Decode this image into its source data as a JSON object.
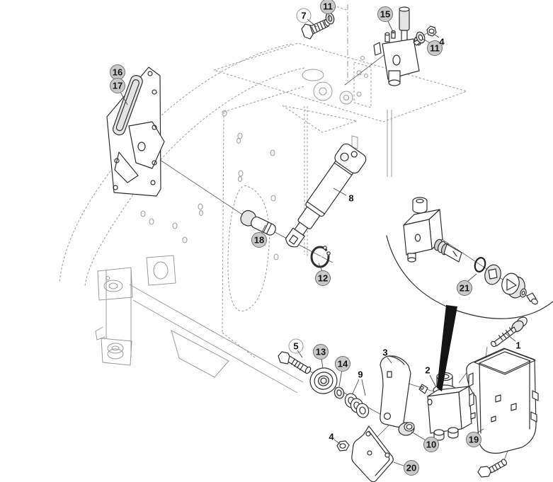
{
  "diagram": {
    "kind": "exploded-parts-diagram",
    "background": "#ffffff",
    "colors": {
      "part_line": "#2f2f2f",
      "frame_line": "#9b9b9b",
      "leader_line": "#4a4a4a",
      "balloon_fill": "#c9c9c9",
      "balloon_stroke": "#6f6f6f",
      "arrow_fill": "#141414"
    },
    "callouts": [
      {
        "id": "c7",
        "label": "7",
        "style": "outline"
      },
      {
        "id": "c11t",
        "label": "11",
        "style": "filled"
      },
      {
        "id": "c15",
        "label": "15",
        "style": "filled"
      },
      {
        "id": "c11r",
        "label": "11",
        "style": "filled"
      },
      {
        "id": "c4a",
        "label": "4",
        "style": "plain"
      },
      {
        "id": "c16",
        "label": "16",
        "style": "filled"
      },
      {
        "id": "c17",
        "label": "17",
        "style": "filled"
      },
      {
        "id": "c8",
        "label": "8",
        "style": "plain"
      },
      {
        "id": "c18",
        "label": "18",
        "style": "filled"
      },
      {
        "id": "c12",
        "label": "12",
        "style": "filled"
      },
      {
        "id": "c21",
        "label": "21",
        "style": "filled"
      },
      {
        "id": "c5",
        "label": "5",
        "style": "outline"
      },
      {
        "id": "c13",
        "label": "13",
        "style": "filled"
      },
      {
        "id": "c14",
        "label": "14",
        "style": "filled"
      },
      {
        "id": "c9",
        "label": "9",
        "style": "plain"
      },
      {
        "id": "c3",
        "label": "3",
        "style": "plain"
      },
      {
        "id": "c2",
        "label": "2",
        "style": "plain"
      },
      {
        "id": "c1",
        "label": "1",
        "style": "plain"
      },
      {
        "id": "c19",
        "label": "19",
        "style": "filled"
      },
      {
        "id": "c10",
        "label": "10",
        "style": "filled"
      },
      {
        "id": "c4b",
        "label": "4",
        "style": "plain"
      },
      {
        "id": "c20",
        "label": "20",
        "style": "filled"
      }
    ]
  }
}
